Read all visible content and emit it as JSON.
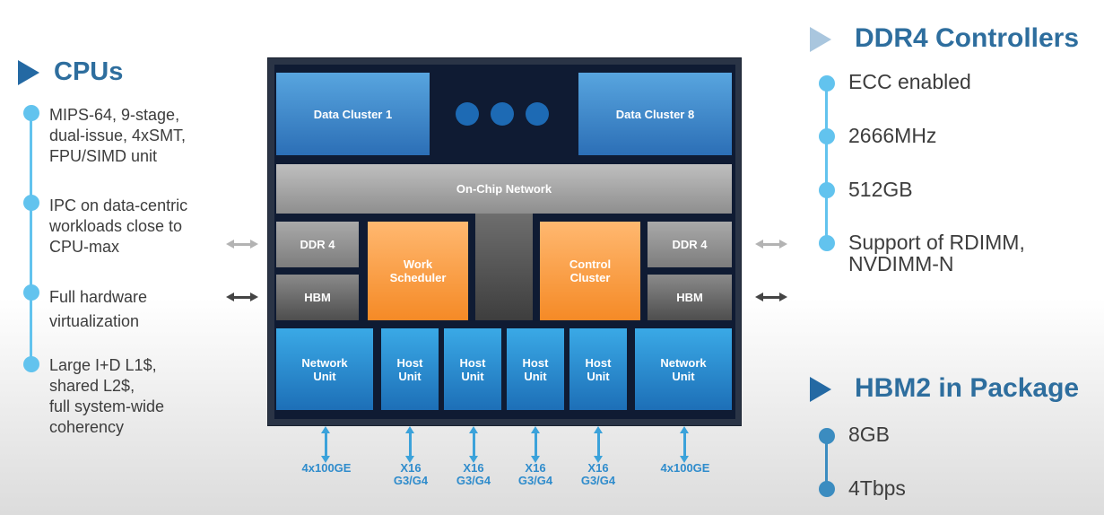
{
  "cpus": {
    "title": "CPUs",
    "items": [
      "MIPS-64, 9-stage,\ndual-issue, 4xSMT,\nFPU/SIMD unit",
      "IPC on data-centric\nworkloads close to\nCPU-max",
      "Full hardware\nvirtualization",
      "Large I+D L1$,\nshared L2$,\nfull system-wide\ncoherency"
    ]
  },
  "chip": {
    "data_cluster_1": "Data Cluster 1",
    "data_cluster_8": "Data Cluster 8",
    "on_chip_network": "On-Chip Network",
    "ddr_left": "DDR 4",
    "ddr_right": "DDR 4",
    "hbm_left": "HBM",
    "hbm_right": "HBM",
    "work_scheduler": "Work\nScheduler",
    "control_cluster": "Control\nCluster",
    "network_unit_left": "Network\nUnit",
    "network_unit_right": "Network\nUnit",
    "host_units": [
      "Host\nUnit",
      "Host\nUnit",
      "Host\nUnit",
      "Host\nUnit"
    ]
  },
  "io": {
    "left": "4x100GE",
    "right": "4x100GE",
    "host": [
      "X16\nG3/G4",
      "X16\nG3/G4",
      "X16\nG3/G4",
      "X16\nG3/G4"
    ]
  },
  "ddr4": {
    "title": "DDR4 Controllers",
    "items": [
      "ECC enabled",
      "2666MHz",
      "512GB",
      "Support of RDIMM,\nNVDIMM-N"
    ]
  },
  "hbm2": {
    "title": "HBM2 in Package",
    "items": [
      "8GB",
      "4Tbps"
    ]
  },
  "colors": {
    "title": "#2e6e9e",
    "bullet": "#62c3ee",
    "orange": "#f58a26",
    "blue": "#2c6fb6",
    "chip_bg": "#0f1b33"
  }
}
